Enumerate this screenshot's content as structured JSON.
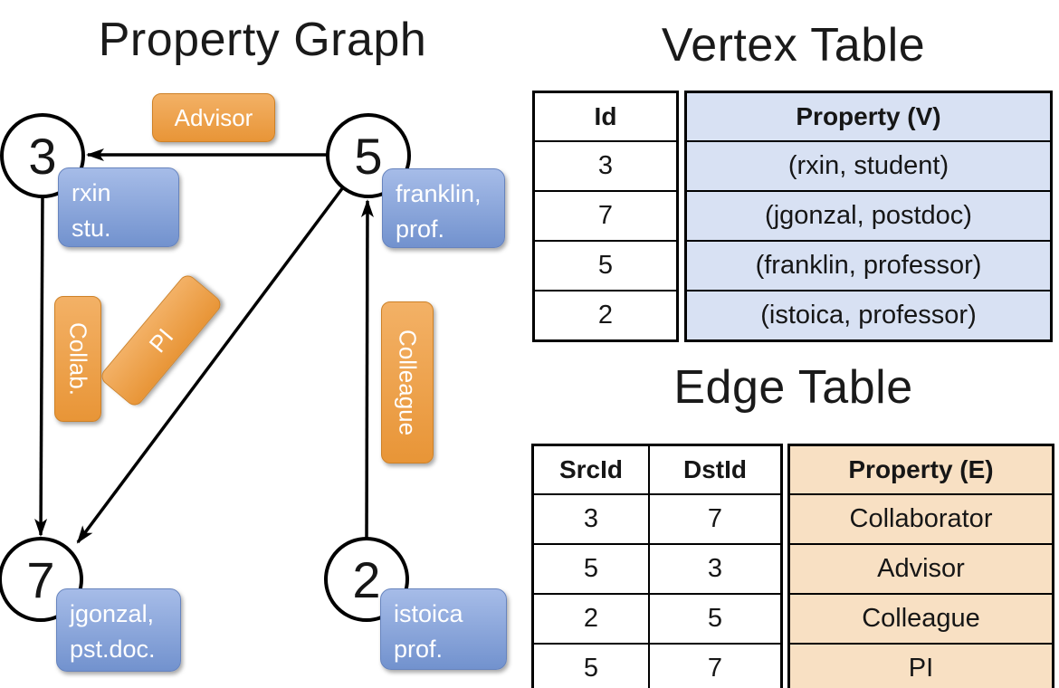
{
  "graph": {
    "title": "Property Graph",
    "nodes": [
      {
        "id": "3",
        "label_line1": "rxin",
        "label_line2": "stu."
      },
      {
        "id": "5",
        "label_line1": "franklin,",
        "label_line2": "prof."
      },
      {
        "id": "7",
        "label_line1": "jgonzal,",
        "label_line2": "pst.doc."
      },
      {
        "id": "2",
        "label_line1": "istoica",
        "label_line2": "prof."
      }
    ],
    "edge_labels": [
      {
        "text": "Advisor"
      },
      {
        "text": "Collab."
      },
      {
        "text": "PI"
      },
      {
        "text": "Colleague"
      }
    ]
  },
  "vertex_table": {
    "title": "Vertex Table",
    "id_header": "Id",
    "property_header": "Property (V)",
    "rows": [
      {
        "id": "3",
        "property": "(rxin, student)"
      },
      {
        "id": "7",
        "property": "(jgonzal, postdoc)"
      },
      {
        "id": "5",
        "property": "(franklin, professor)"
      },
      {
        "id": "2",
        "property": "(istoica, professor)"
      }
    ]
  },
  "edge_table": {
    "title": "Edge Table",
    "src_header": "SrcId",
    "dst_header": "DstId",
    "property_header": "Property (E)",
    "rows": [
      {
        "src": "3",
        "dst": "7",
        "property": "Collaborator"
      },
      {
        "src": "5",
        "dst": "3",
        "property": "Advisor"
      },
      {
        "src": "2",
        "dst": "5",
        "property": "Colleague"
      },
      {
        "src": "5",
        "dst": "7",
        "property": "PI"
      }
    ]
  },
  "colors": {
    "edge_label_orange": "#ED9C3E",
    "node_property_blue": "#7E9BD3",
    "vertex_property_bg": "#D8E1F3",
    "edge_property_bg": "#F8E0C3",
    "line_black": "#000000"
  }
}
